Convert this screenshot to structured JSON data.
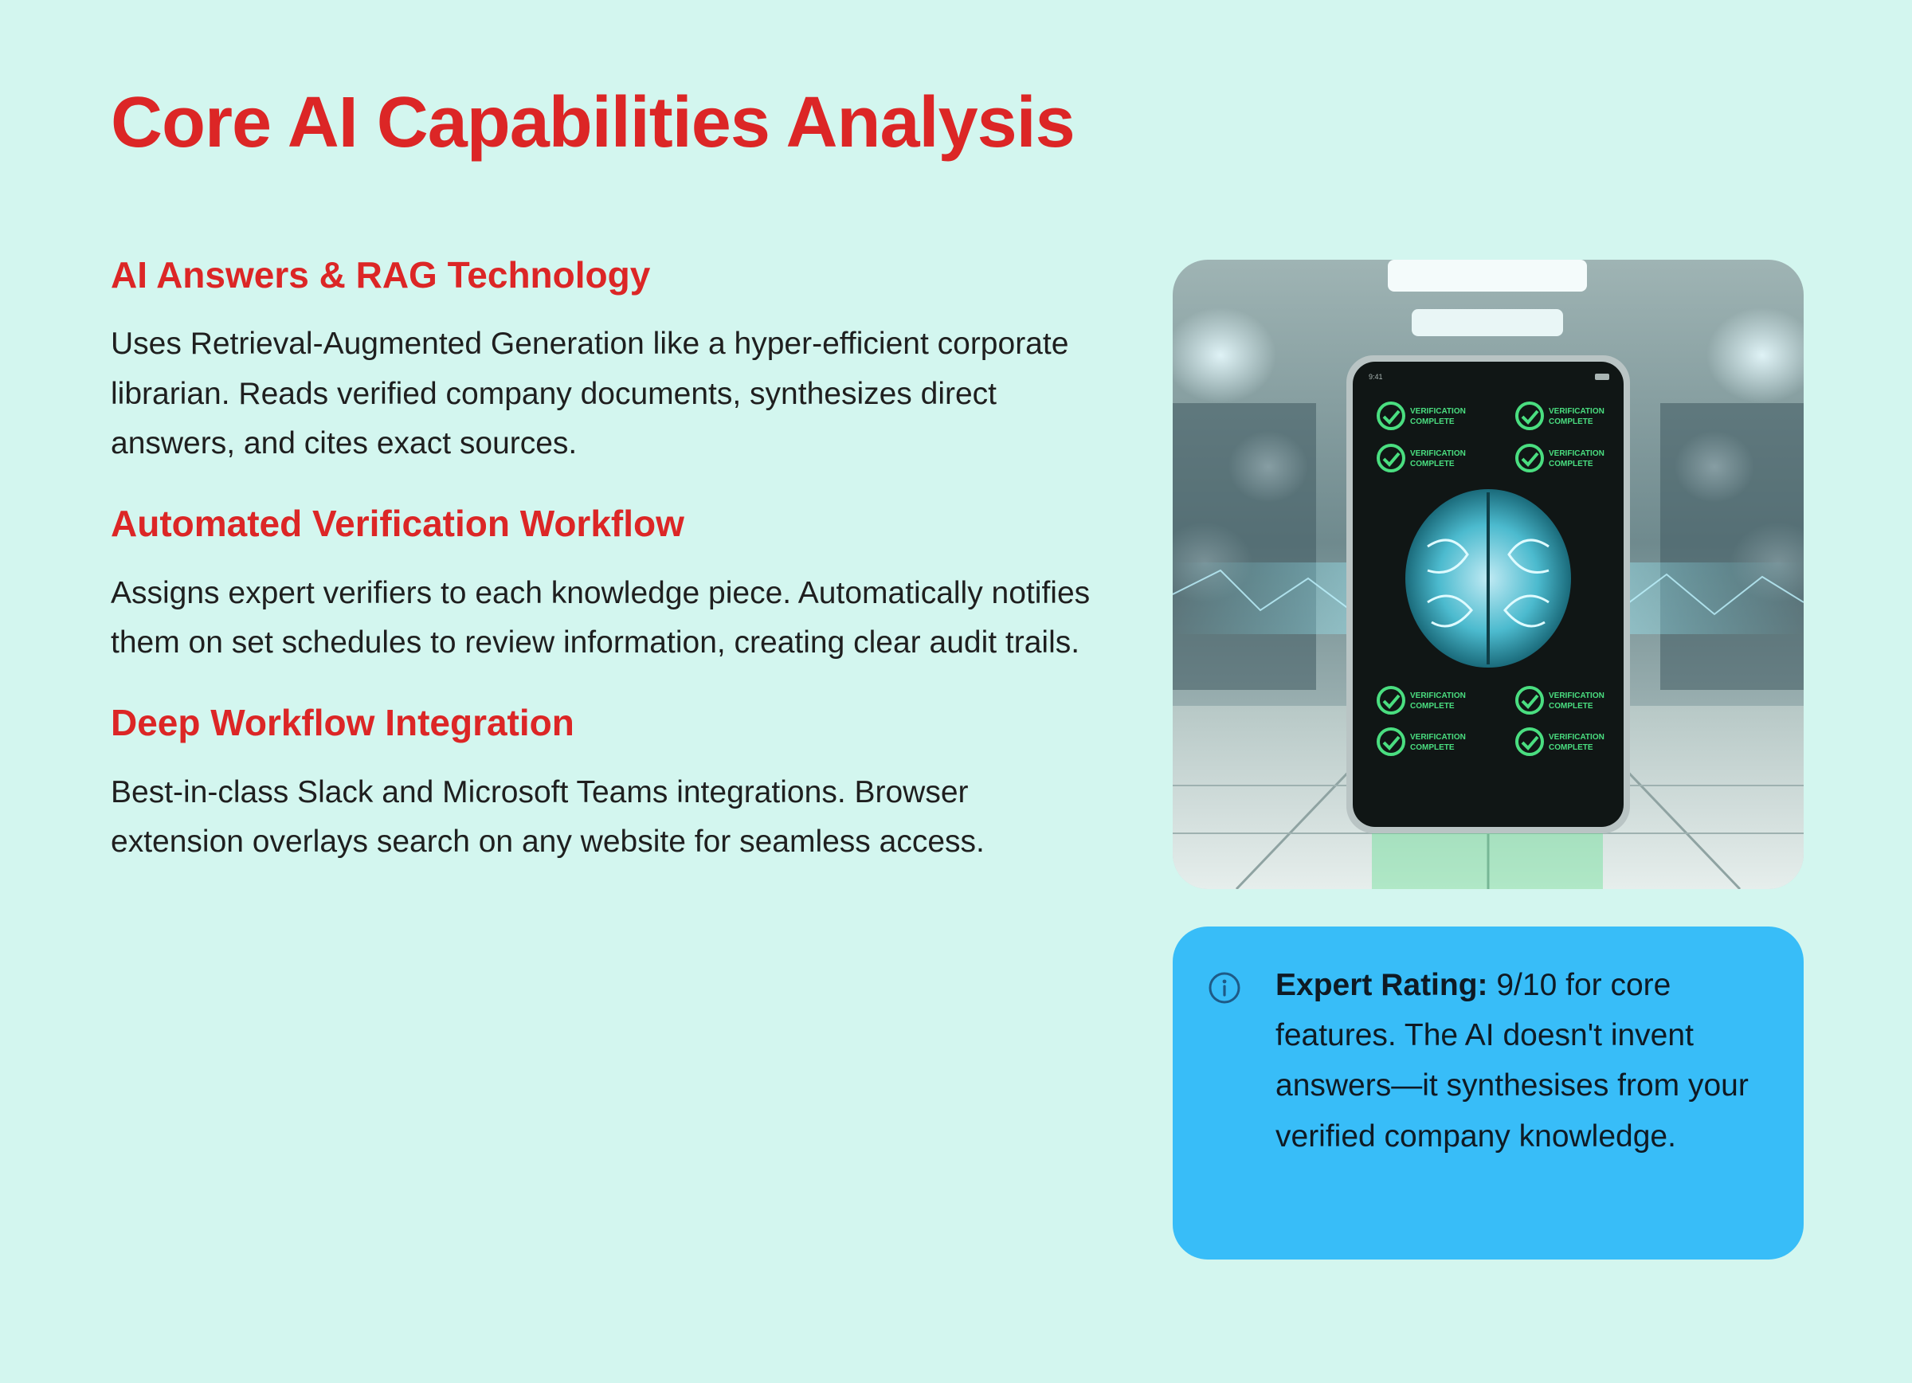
{
  "page": {
    "title": "Core AI Capabilities Analysis"
  },
  "features": [
    {
      "heading": "AI Answers & RAG Technology",
      "body": "Uses Retrieval-Augmented Generation like a hyper-efficient corporate librarian. Reads verified company documents, synthesizes direct answers, and cites exact sources."
    },
    {
      "heading": "Automated Verification Workflow",
      "body": "Assigns expert verifiers to each knowledge piece. Automatically notifies them on set schedules to review information, creating clear audit trails."
    },
    {
      "heading": "Deep Workflow Integration",
      "body": "Best-in-class Slack and Microsoft Teams integrations. Browser extension overlays search on any website for seamless access."
    }
  ],
  "hero_image": {
    "phone_status_time": "9:41",
    "badge_text": "VERIFICATION COMPLETE",
    "badge_line1": "VERIFICATION",
    "badge_line2": "COMPLETE"
  },
  "rating": {
    "icon": "info-icon",
    "label": "Expert Rating:",
    "text": " 9/10 for core features. The AI doesn't invent answers—it synthesises from your verified company knowledge."
  },
  "colors": {
    "background": "#d3f6ef",
    "heading": "#dc2626",
    "rating_box": "#38bdf8",
    "badge_green": "#4ade80"
  }
}
